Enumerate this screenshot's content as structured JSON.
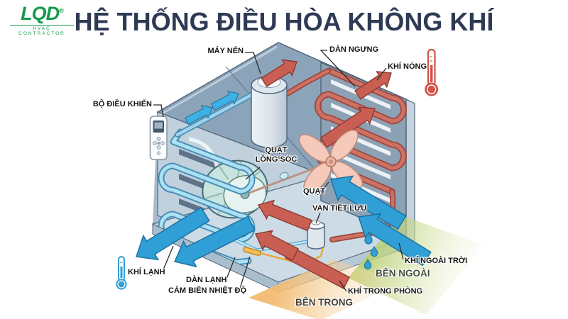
{
  "title": "HỆ THỐNG ĐIỀU HÒA KHÔNG KHÍ",
  "logo": {
    "name": "LQD",
    "registered": "®",
    "tagline": "HVAC CONTRACTOR"
  },
  "labels": {
    "compressor": "MÁY NÉN",
    "condenser": "DÀN NGƯNG",
    "hot_air": "KHÍ NÓNG",
    "controller": "BỘ ĐIỀU KHIỂN",
    "blower_fan_line1": "QUẠT",
    "blower_fan_line2": "LỒNG SÓC",
    "propeller_fan": "QUẠT",
    "expansion_valve": "VAN TIẾT LƯU",
    "cold_air": "KHÍ LẠNH",
    "evaporator": "DÀN LẠNH",
    "temperature_sensor": "CẢM BIẾN NHIỆT ĐỘ",
    "outdoor_air": "KHÍ NGOÀI TRỜI",
    "outside_zone": "BÊN NGOÀI",
    "room_air": "KHÍ TRONG PHÒNG",
    "inside_zone": "BÊN TRONG"
  },
  "colors": {
    "title_navy": "#2e3a55",
    "brand_green": "#169a4c",
    "hot_red": "#c95f53",
    "cold_blue": "#2f9fd6",
    "outside_green": "#b8ce6e",
    "inside_orange": "#f2bb70"
  }
}
